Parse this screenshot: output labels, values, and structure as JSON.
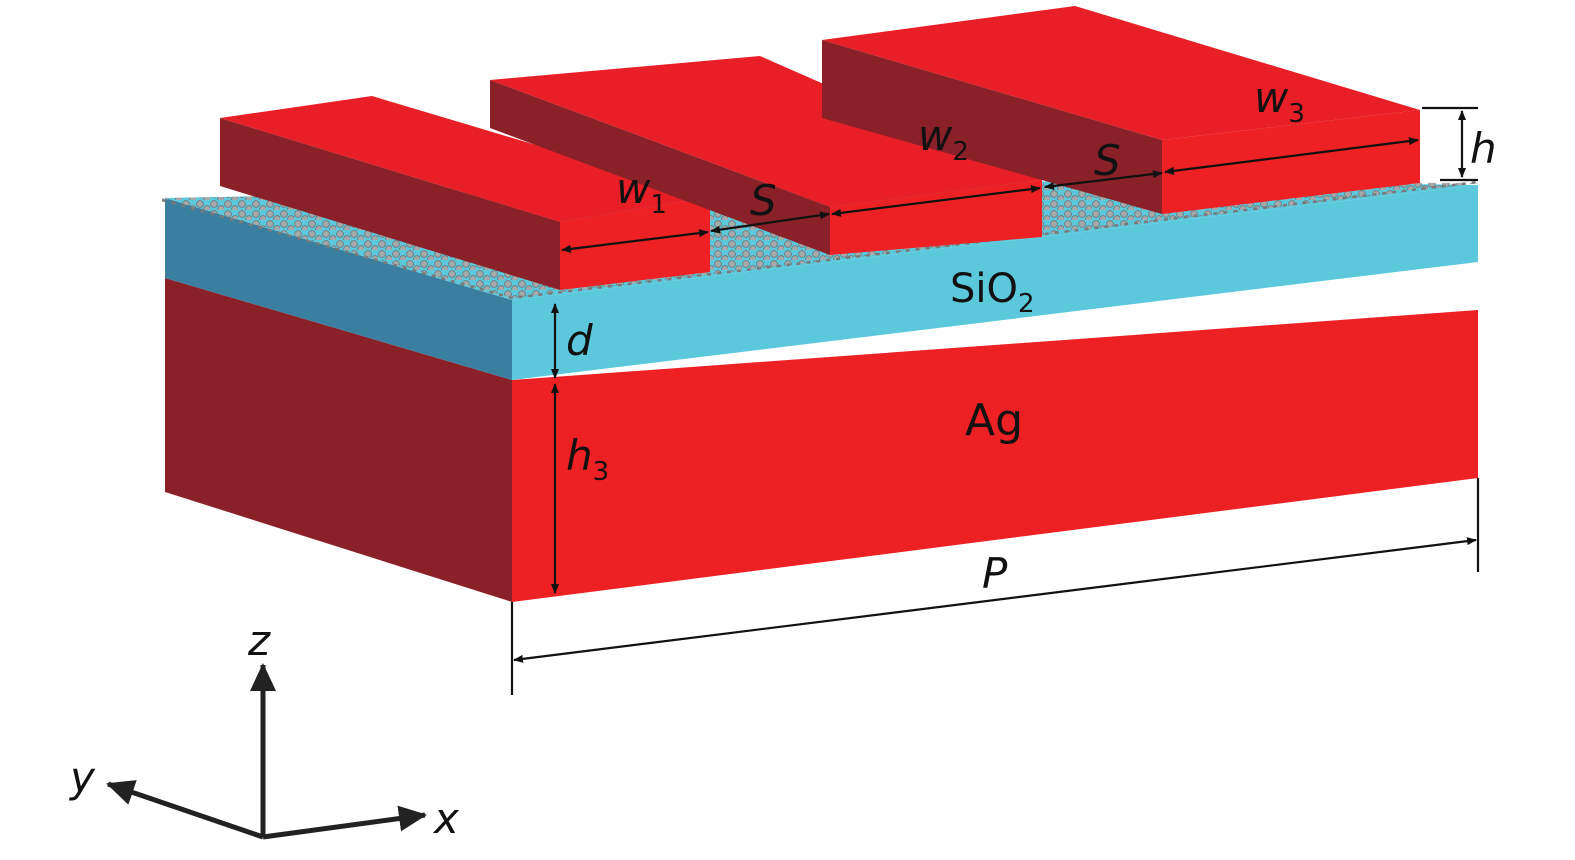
{
  "colors": {
    "metal_front": "#ed2024",
    "metal_side": "#8b2128",
    "metal_top": "#e81f26",
    "oxide_front": "#5bc8dc",
    "oxide_side": "#3a7ea0",
    "graphene": "#9a9a9a",
    "ink": "#111111"
  },
  "layers": {
    "substrate": {
      "material": "Ag"
    },
    "spacer": {
      "material": "SiO",
      "sub": "2"
    }
  },
  "dimensions": {
    "w1": {
      "base": "w",
      "sub": "1"
    },
    "w2": {
      "base": "w",
      "sub": "2"
    },
    "w3": {
      "base": "w",
      "sub": "3"
    },
    "gap_1": "S",
    "gap_2": "S",
    "height": "h",
    "spacer_thickness": "d",
    "substrate_thickness": {
      "base": "h",
      "sub": "3"
    },
    "period": "P"
  },
  "axes": {
    "z": "z",
    "y": "y",
    "x": "x"
  }
}
